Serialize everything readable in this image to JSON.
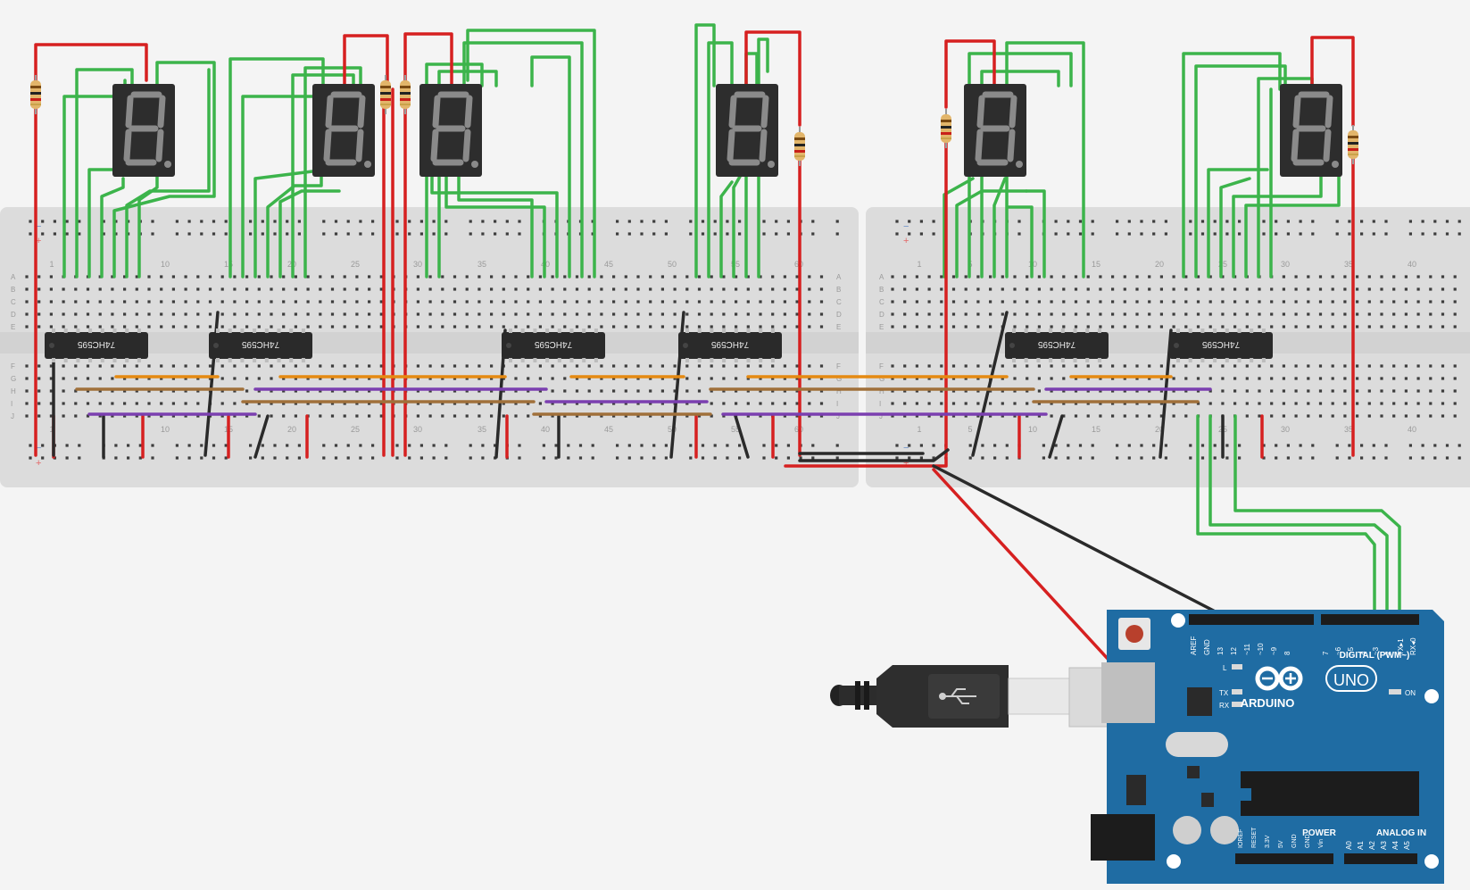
{
  "chips": {
    "label": "74HC595",
    "count": 6
  },
  "breadboard": {
    "row_letters": [
      "A",
      "B",
      "C",
      "D",
      "E",
      "F",
      "G",
      "H",
      "I",
      "J"
    ],
    "col_numbers_left": [
      "1",
      "10",
      "15",
      "20",
      "25",
      "30",
      "35",
      "40",
      "45",
      "50",
      "55",
      "60"
    ],
    "col_numbers_right": [
      "1",
      "5",
      "10",
      "15",
      "20",
      "25",
      "30",
      "35",
      "40"
    ],
    "rail_minus": "−",
    "rail_plus": "+"
  },
  "arduino": {
    "brand": "ARDUINO",
    "model": "UNO",
    "digital_label": "DIGITAL (PWM~)",
    "power_label": "POWER",
    "analog_label": "ANALOG IN",
    "led_l": "L",
    "led_tx": "TX",
    "led_rx": "RX",
    "on_label": "ON",
    "top_pins": [
      "AREF",
      "GND",
      "13",
      "12",
      "~11",
      "~10",
      "~9",
      "8",
      "7",
      "~6",
      "~5",
      "4",
      "~3",
      "2",
      "TX▸1",
      "RX◂0"
    ],
    "power_pins": [
      "IOREF",
      "RESET",
      "3.3V",
      "5V",
      "GND",
      "GND",
      "Vin"
    ],
    "analog_pins": [
      "A0",
      "A1",
      "A2",
      "A3",
      "A4",
      "A5"
    ]
  },
  "colors": {
    "board": "#1f6ca3",
    "breadboard": "#dcdcdc",
    "wire_green": "#3cb44b",
    "wire_red": "#d62020",
    "wire_black": "#2a2a2a",
    "wire_orange": "#e58a12",
    "wire_brown": "#a0703a",
    "wire_purple": "#7b3fb0"
  }
}
